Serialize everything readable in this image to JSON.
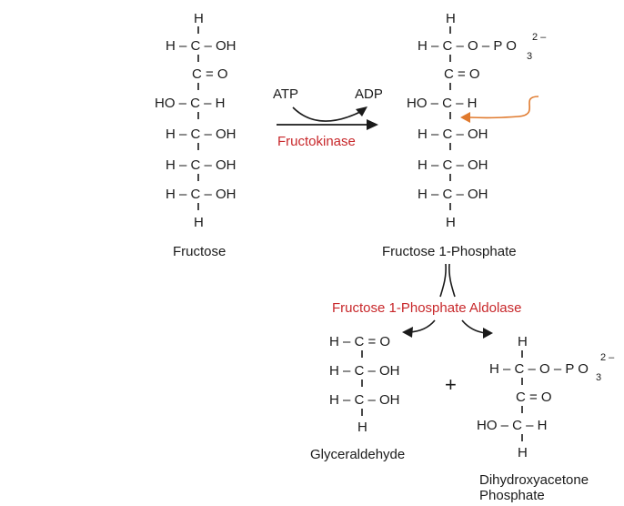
{
  "colors": {
    "ink": "#1a1a1a",
    "enzyme": "#c8282b",
    "annotation_arrow": "#e07a2e"
  },
  "fructose": {
    "label": "Fructose",
    "rows": [
      "H",
      "H – C – OH",
      "C = O",
      "HO – C – H",
      "H – C – OH",
      "H – C – OH",
      "H – C – OH",
      "H"
    ]
  },
  "reaction1": {
    "cofactor_in": "ATP",
    "cofactor_out": "ADP",
    "enzyme": "Fructokinase"
  },
  "f1p": {
    "label": "Fructose 1-Phosphate",
    "rows": [
      "H",
      "H – C – O – P O",
      "C = O",
      "HO – C – H",
      "H – C – OH",
      "H – C – OH",
      "H – C – OH",
      "H"
    ],
    "phosphate_sub": "3",
    "phosphate_charge": "2 –"
  },
  "reaction2": {
    "enzyme": "Fructose 1-Phosphate Aldolase"
  },
  "glyceraldehyde": {
    "label": "Glyceraldehyde",
    "rows": [
      "H – C = O",
      "H – C – OH",
      "H – C – OH",
      "H"
    ]
  },
  "plus": "+",
  "dhap": {
    "label_line1": "Dihydroxyacetone",
    "label_line2": "Phosphate",
    "rows": [
      "H",
      "H – C – O – P O",
      "C = O",
      "HO – C – H",
      "H"
    ],
    "phosphate_sub": "3",
    "phosphate_charge": "2 –"
  }
}
